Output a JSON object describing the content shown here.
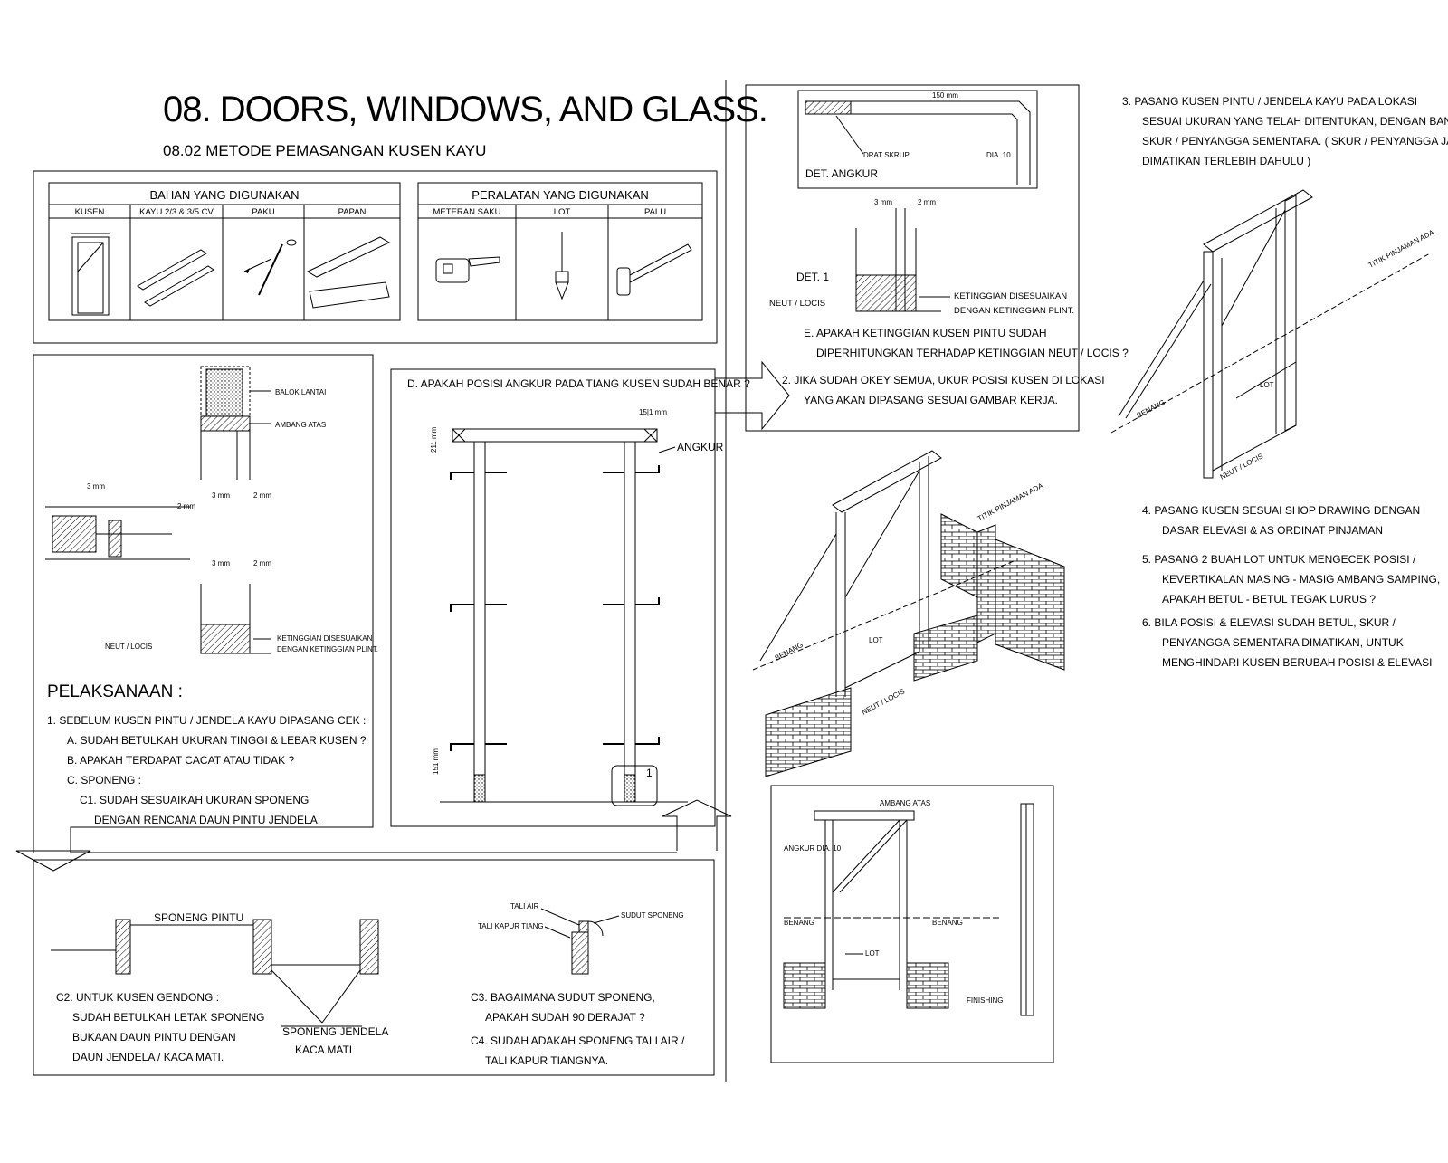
{
  "title": "08. DOORS, WINDOWS, AND GLASS.",
  "subtitle": "08.02  METODE PEMASANGAN KUSEN KAYU",
  "materials": {
    "header": "BAHAN YANG DIGUNAKAN",
    "items": [
      "KUSEN",
      "KAYU 2/3 & 3/5 CV",
      "PAKU",
      "PAPAN"
    ]
  },
  "tools": {
    "header": "PERALATAN YANG DIGUNAKAN",
    "items": [
      "METERAN SAKU",
      "LOT",
      "PALU"
    ]
  },
  "detail_left": {
    "balok_lantai": "BALOK LANTAI",
    "ambang_atas": "AMBANG ATAS",
    "dim_3mm": "3 mm",
    "dim_2mm": "2 mm",
    "neut_locis": "NEUT / LOCIS",
    "ketinggian_1": "KETINGGIAN DISESUAIKAN",
    "ketinggian_2": "DENGAN KETINGGIAN PLINT."
  },
  "pelaksanaan": {
    "heading": "PELAKSANAAN :",
    "lines": [
      "1.    SEBELUM KUSEN PINTU / JENDELA KAYU DIPASANG CEK :",
      "A. SUDAH BETULKAH UKURAN TINGGI & LEBAR KUSEN ?",
      "B. APAKAH TERDAPAT CACAT ATAU TIDAK ?",
      "C. SPONENG :",
      "C1. SUDAH SESUAIKAH UKURAN SPONENG",
      "DENGAN RENCANA DAUN PINTU  JENDELA."
    ]
  },
  "section_d": {
    "question": "D.  APAKAH POSISI ANGKUR PADA TIANG KUSEN SUDAH BENAR ?",
    "dim_top": "15|1 mm",
    "dim_side": "211 mm",
    "dim_bottom": "151 mm",
    "angkur": "ANGKUR",
    "marker": "1"
  },
  "sponeng": {
    "pintu": "SPONENG PINTU",
    "jendela": "SPONENG JENDELA",
    "kaca": "KACA MATI",
    "c2": [
      "C2. UNTUK KUSEN GENDONG :",
      "SUDAH BETULKAH LETAK SPONENG",
      "BUKAAN DAUN PINTU DENGAN",
      "DAUN JENDELA / KACA MATI."
    ],
    "tali_air": "TALI AIR",
    "tali_kapur": "TALI KAPUR TIANG",
    "sudut": "SUDUT SPONENG",
    "c3": [
      "C3. BAGAIMANA SUDUT SPONENG,",
      "APAKAH SUDAH 90 DERAJAT ?"
    ],
    "c4": [
      "C4. SUDAH ADAKAH SPONENG TALI AIR /",
      "TALI KAPUR TIANGNYA."
    ]
  },
  "det_angkur": {
    "label": "DET. ANGKUR",
    "dim": "150 mm",
    "drat": "DRAT SKRUP",
    "dia": "DIA. 10",
    "det1": "DET. 1",
    "neut": "NEUT / LOCIS",
    "dim_3mm": "3 mm",
    "dim_2mm": "2 mm",
    "ketinggian_1": "KETINGGIAN DISESUAIKAN",
    "ketinggian_2": "DENGAN KETINGGIAN PLINT.",
    "step_e": [
      "E.  APAKAH KETINGGIAN KUSEN PINTU SUDAH",
      "DIPERHITUNGKAN TERHADAP KETINGGIAN NEUT / LOCIS ?"
    ],
    "step_2": [
      "2.    JIKA SUDAH OKEY SEMUA, UKUR POSISI KUSEN DI LOKASI",
      "YANG AKAN DIPASANG SESUAI GAMBAR KERJA."
    ]
  },
  "steps_right": {
    "step3": [
      "3.    PASANG KUSEN PINTU / JENDELA KAYU PADA LOKASI",
      "SESUAI UKURAN YANG TELAH DITENTUKAN, DENGAN BANTUAN",
      "SKUR / PENYANGGA SEMENTARA. ( SKUR / PENYANGGA JANGAN",
      "DIMATIKAN TERLEBIH DAHULU )"
    ],
    "step4": [
      "4.    PASANG KUSEN SESUAI SHOP DRAWING DENGAN",
      "DASAR ELEVASI & AS ORDINAT PINJAMAN"
    ],
    "step5": [
      "5.    PASANG 2 BUAH LOT UNTUK MENGECEK POSISI /",
      "KEVERTIKALAN MASING - MASIG AMBANG SAMPING,",
      "APAKAH BETUL - BETUL TEGAK LURUS ?"
    ],
    "step6": [
      "6.    BILA POSISI & ELEVASI SUDAH BETUL, SKUR /",
      "PENYANGGA SEMENTARA DIMATIKAN, UNTUK",
      "MENGHINDARI KUSEN BERUBAH POSISI  & ELEVASI"
    ]
  },
  "iso_labels": {
    "lot": "LOT",
    "neut": "NEUT / LOCIS",
    "benang": "BENANG",
    "titik": "TITIK PINJAMAN ADA",
    "ambang_atas": "AMBANG ATAS",
    "angkur_dia": "ANGKUR DIA. 10",
    "finishing": "FINISHING"
  }
}
